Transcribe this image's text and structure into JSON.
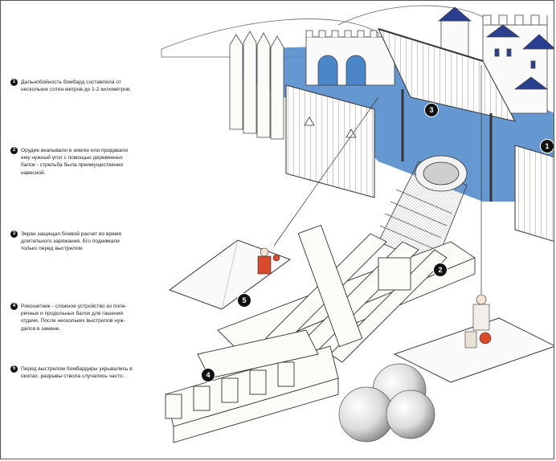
{
  "notes": [
    {
      "num": "1",
      "text": "Дальнобойность бомбард составляла от\nнескольких сотен метров до 1-2 километров."
    },
    {
      "num": "2",
      "text": "Орудие вкапывали в землю или придавали\nему нужный угол с помощью деревянных\nбалок - стрельба была преимущественно\nнавесной."
    },
    {
      "num": "3",
      "text": "Экран защищал боевой расчет во время\nдлительного заряжания. Его поднимали\nтолько перед выстрелом."
    },
    {
      "num": "4",
      "text": "Рикошетник - сложное устройство из попе-\nречных и продольных балок для гашения\nотдачи. После нескольких выстрелов нуж-\nдался в замене."
    },
    {
      "num": "5",
      "text": "Перед выстрелом бомбардиры укрывались в\nокопах: разрывы ствола случались часто."
    }
  ],
  "callouts": [
    "1",
    "2",
    "3",
    "4",
    "5"
  ],
  "colors": {
    "water": "#4a86c8",
    "roof": "#2a3f8f",
    "gunner": "#d84a2a",
    "line": "#333333"
  }
}
